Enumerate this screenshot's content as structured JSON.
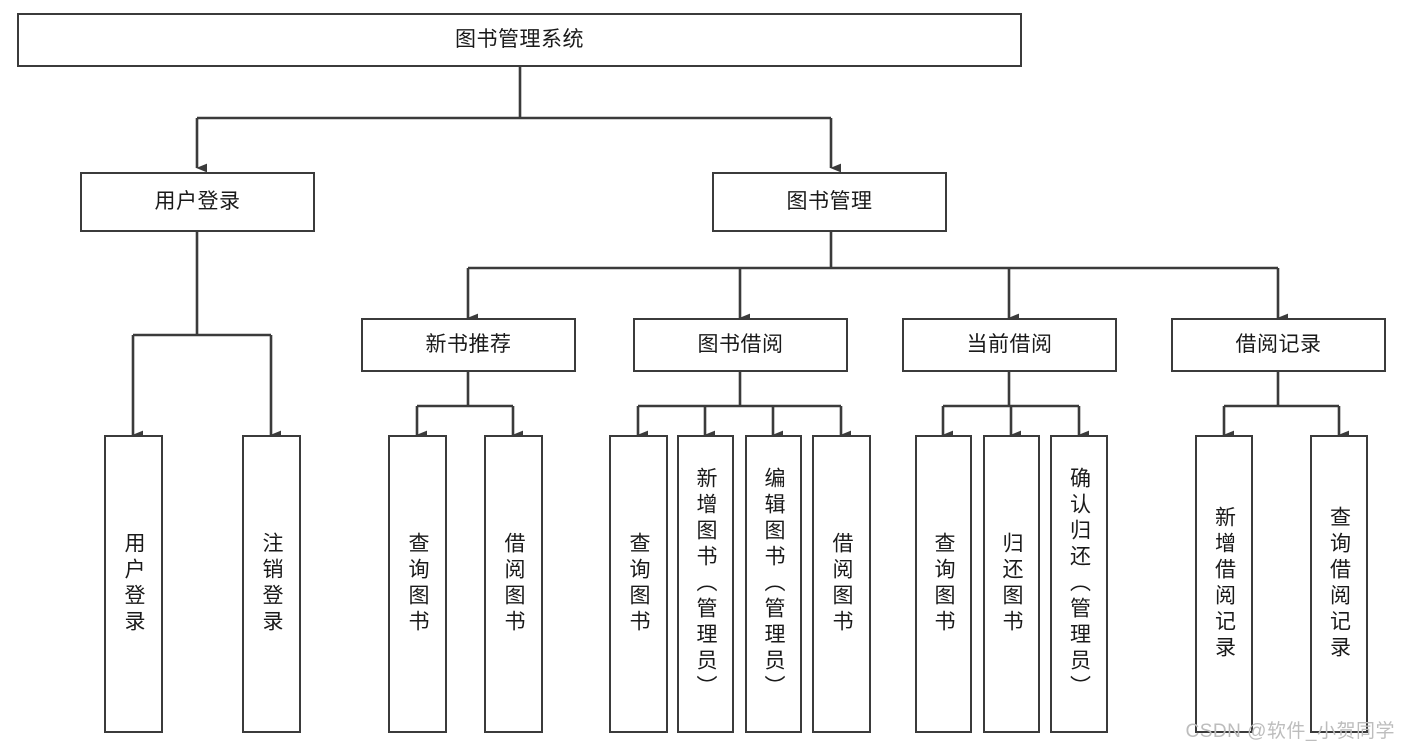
{
  "diagram": {
    "type": "tree-hierarchy",
    "title": "图书管理系统",
    "watermark": "CSDN @软件_小贺同学",
    "colors": {
      "stroke": "#3b3b3b",
      "background": "#ffffff",
      "text": "#1a1a1a",
      "watermark": "#bdbdbd"
    },
    "levels": {
      "root": {
        "label": "图书管理系统",
        "orientation": "horizontal"
      },
      "level1": [
        {
          "label": "用户登录",
          "orientation": "horizontal"
        },
        {
          "label": "图书管理",
          "orientation": "horizontal"
        }
      ],
      "level2": [
        {
          "label": "新书推荐",
          "orientation": "horizontal",
          "parent": "图书管理"
        },
        {
          "label": "图书借阅",
          "orientation": "horizontal",
          "parent": "图书管理"
        },
        {
          "label": "当前借阅",
          "orientation": "horizontal",
          "parent": "图书管理"
        },
        {
          "label": "借阅记录",
          "orientation": "horizontal",
          "parent": "图书管理"
        }
      ],
      "leaves": [
        {
          "label": "用户登录",
          "orientation": "vertical",
          "parent": "用户登录"
        },
        {
          "label": "注销登录",
          "orientation": "vertical",
          "parent": "用户登录"
        },
        {
          "label": "查询图书",
          "orientation": "vertical",
          "parent": "新书推荐"
        },
        {
          "label": "借阅图书",
          "orientation": "vertical",
          "parent": "新书推荐"
        },
        {
          "label": "查询图书",
          "orientation": "vertical",
          "parent": "图书借阅"
        },
        {
          "label": "新增图书（管理员）",
          "orientation": "vertical",
          "parent": "图书借阅"
        },
        {
          "label": "编辑图书（管理员）",
          "orientation": "vertical",
          "parent": "图书借阅"
        },
        {
          "label": "借阅图书",
          "orientation": "vertical",
          "parent": "图书借阅"
        },
        {
          "label": "查询图书",
          "orientation": "vertical",
          "parent": "当前借阅"
        },
        {
          "label": "归还图书",
          "orientation": "vertical",
          "parent": "当前借阅"
        },
        {
          "label": "确认归还（管理员）",
          "orientation": "vertical",
          "parent": "当前借阅"
        },
        {
          "label": "新增借阅记录",
          "orientation": "vertical",
          "parent": "借阅记录"
        },
        {
          "label": "查询借阅记录",
          "orientation": "vertical",
          "parent": "借阅记录"
        }
      ]
    }
  }
}
